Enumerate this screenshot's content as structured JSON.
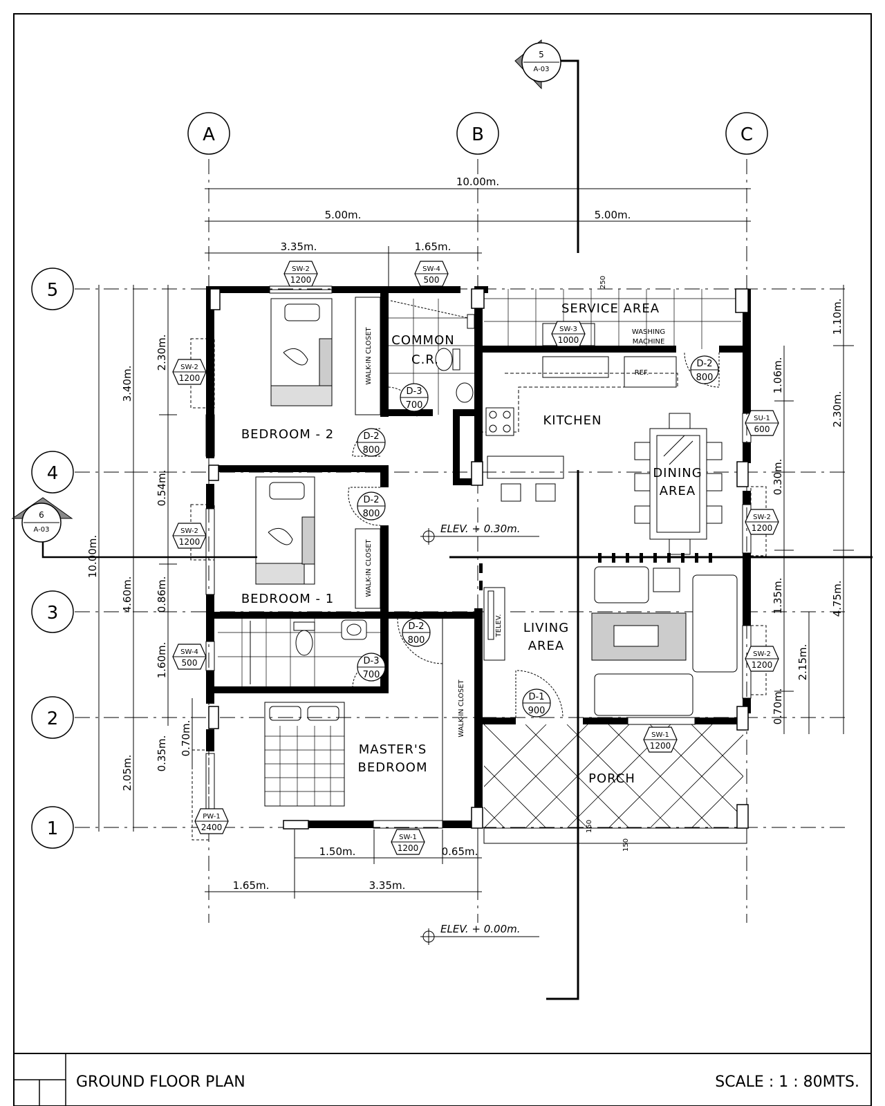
{
  "title_block": {
    "title": "GROUND FLOOR PLAN",
    "scale": "SCALE : 1 : 80MTS."
  },
  "grid": {
    "columns": [
      "A",
      "B",
      "C"
    ],
    "rows": [
      "5",
      "4",
      "3",
      "2",
      "1"
    ]
  },
  "section_markers": [
    {
      "num": "5",
      "sheet": "A-03"
    },
    {
      "num": "6",
      "sheet": "A-03"
    }
  ],
  "dimensions": {
    "top_total": "10.00m.",
    "top_left_half": "5.00m.",
    "top_right_half": "5.00m.",
    "top_seg_1": "3.35m.",
    "top_seg_2": "1.65m.",
    "left_total": "10.00m.",
    "left_3_40": "3.40m.",
    "left_4_60": "4.60m.",
    "left_2_05": "2.05m.",
    "left_2_30": "2.30m.",
    "left_0_54": "0.54m.",
    "left_0_86": "0.86m.",
    "left_1_60": "1.60m.",
    "left_0_35": "0.35m.",
    "left_0_70": "0.70m.",
    "right_1_10": "1.10m.",
    "right_2_30": "2.30m.",
    "right_4_75": "4.75m.",
    "right_1_06": "1.06m.",
    "right_0_30": "0.30m.",
    "right_1_35": "1.35m.",
    "right_2_15": "2.15m.",
    "right_0_70": "0.70m.",
    "bottom_1_50": "1.50m.",
    "bottom_0_65": "0.65m.",
    "bottom_1_65": "1.65m.",
    "bottom_3_35": "3.35m.",
    "porch_150a": "150",
    "porch_150b": "150",
    "service_250": "250"
  },
  "rooms": {
    "service_area": "SERVICE  AREA",
    "washing_1": "WASHING",
    "washing_2": "MACHINE",
    "common_1": "COMMON",
    "common_2": "C.R.",
    "kitchen": "KITCHEN",
    "ref": "REF.",
    "dining_1": "DINING",
    "dining_2": "AREA",
    "bedroom_2": "BEDROOM  -  2",
    "bedroom_1": "BEDROOM  -  1",
    "walk_in_closet": "WALK-IN CLOSET",
    "living_1": "LIVING",
    "living_2": "AREA",
    "tele": "TELEV.",
    "master_1": "MASTER'S",
    "master_2": "BEDROOM",
    "porch": "PORCH"
  },
  "elevations": {
    "upper": "ELEV. + 0.30m.",
    "lower": "ELEV. + 0.00m."
  },
  "door_tags": {
    "d3_cr": {
      "code": "D-3",
      "size": "700"
    },
    "d2_bed2": {
      "code": "D-2",
      "size": "800"
    },
    "d2_bed1": {
      "code": "D-2",
      "size": "800"
    },
    "d2_kitchen": {
      "code": "D-2",
      "size": "800"
    },
    "d2_master": {
      "code": "D-2",
      "size": "800"
    },
    "d3_master": {
      "code": "D-3",
      "size": "700"
    },
    "d1_living": {
      "code": "D-1",
      "size": "900"
    }
  },
  "window_tags": {
    "sw2_top": {
      "code": "SW-2",
      "size": "1200"
    },
    "sw4_top": {
      "code": "SW-4",
      "size": "500"
    },
    "sw3_service": {
      "code": "SW-3",
      "size": "1000"
    },
    "sw2_bed2": {
      "code": "SW-2",
      "size": "1200"
    },
    "sw2_bed1": {
      "code": "SW-2",
      "size": "1200"
    },
    "sw4_bath": {
      "code": "SW-4",
      "size": "500"
    },
    "pw1": {
      "code": "PW-1",
      "size": "2400"
    },
    "sw1_bottom": {
      "code": "SW-1",
      "size": "1200"
    },
    "su1_right": {
      "code": "SU-1",
      "size": "600"
    },
    "sw2_right_a": {
      "code": "SW-2",
      "size": "1200"
    },
    "sw2_right_b": {
      "code": "SW-2",
      "size": "1200"
    },
    "sw1_porch": {
      "code": "SW-1",
      "size": "1200"
    }
  }
}
